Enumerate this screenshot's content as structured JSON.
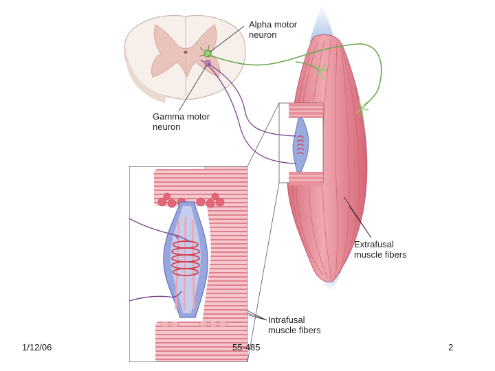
{
  "labels": {
    "alpha_motor_neuron": [
      "Alpha motor",
      "neuron"
    ],
    "gamma_motor_neuron": [
      "Gamma motor",
      "neuron"
    ],
    "extrafusal_muscle_fibers": [
      "Extrafusal",
      "muscle fibers"
    ],
    "intrafusal_muscle_fibers": [
      "Intrafusal",
      "muscle fibers"
    ]
  },
  "footer": {
    "date": "1/12/06",
    "course": "55-485",
    "page": "2"
  },
  "colors": {
    "muscle": "#e8909b",
    "muscle_dark": "#c95a6a",
    "spindle_capsule": "#8f9fd8",
    "alpha_nerve": "#6aa84f",
    "gamma_nerve": "#7b3f8c",
    "spinal_white": "#f7efe9",
    "spinal_gray": "#e9c4bd",
    "tendon": "#bcd3ee"
  }
}
